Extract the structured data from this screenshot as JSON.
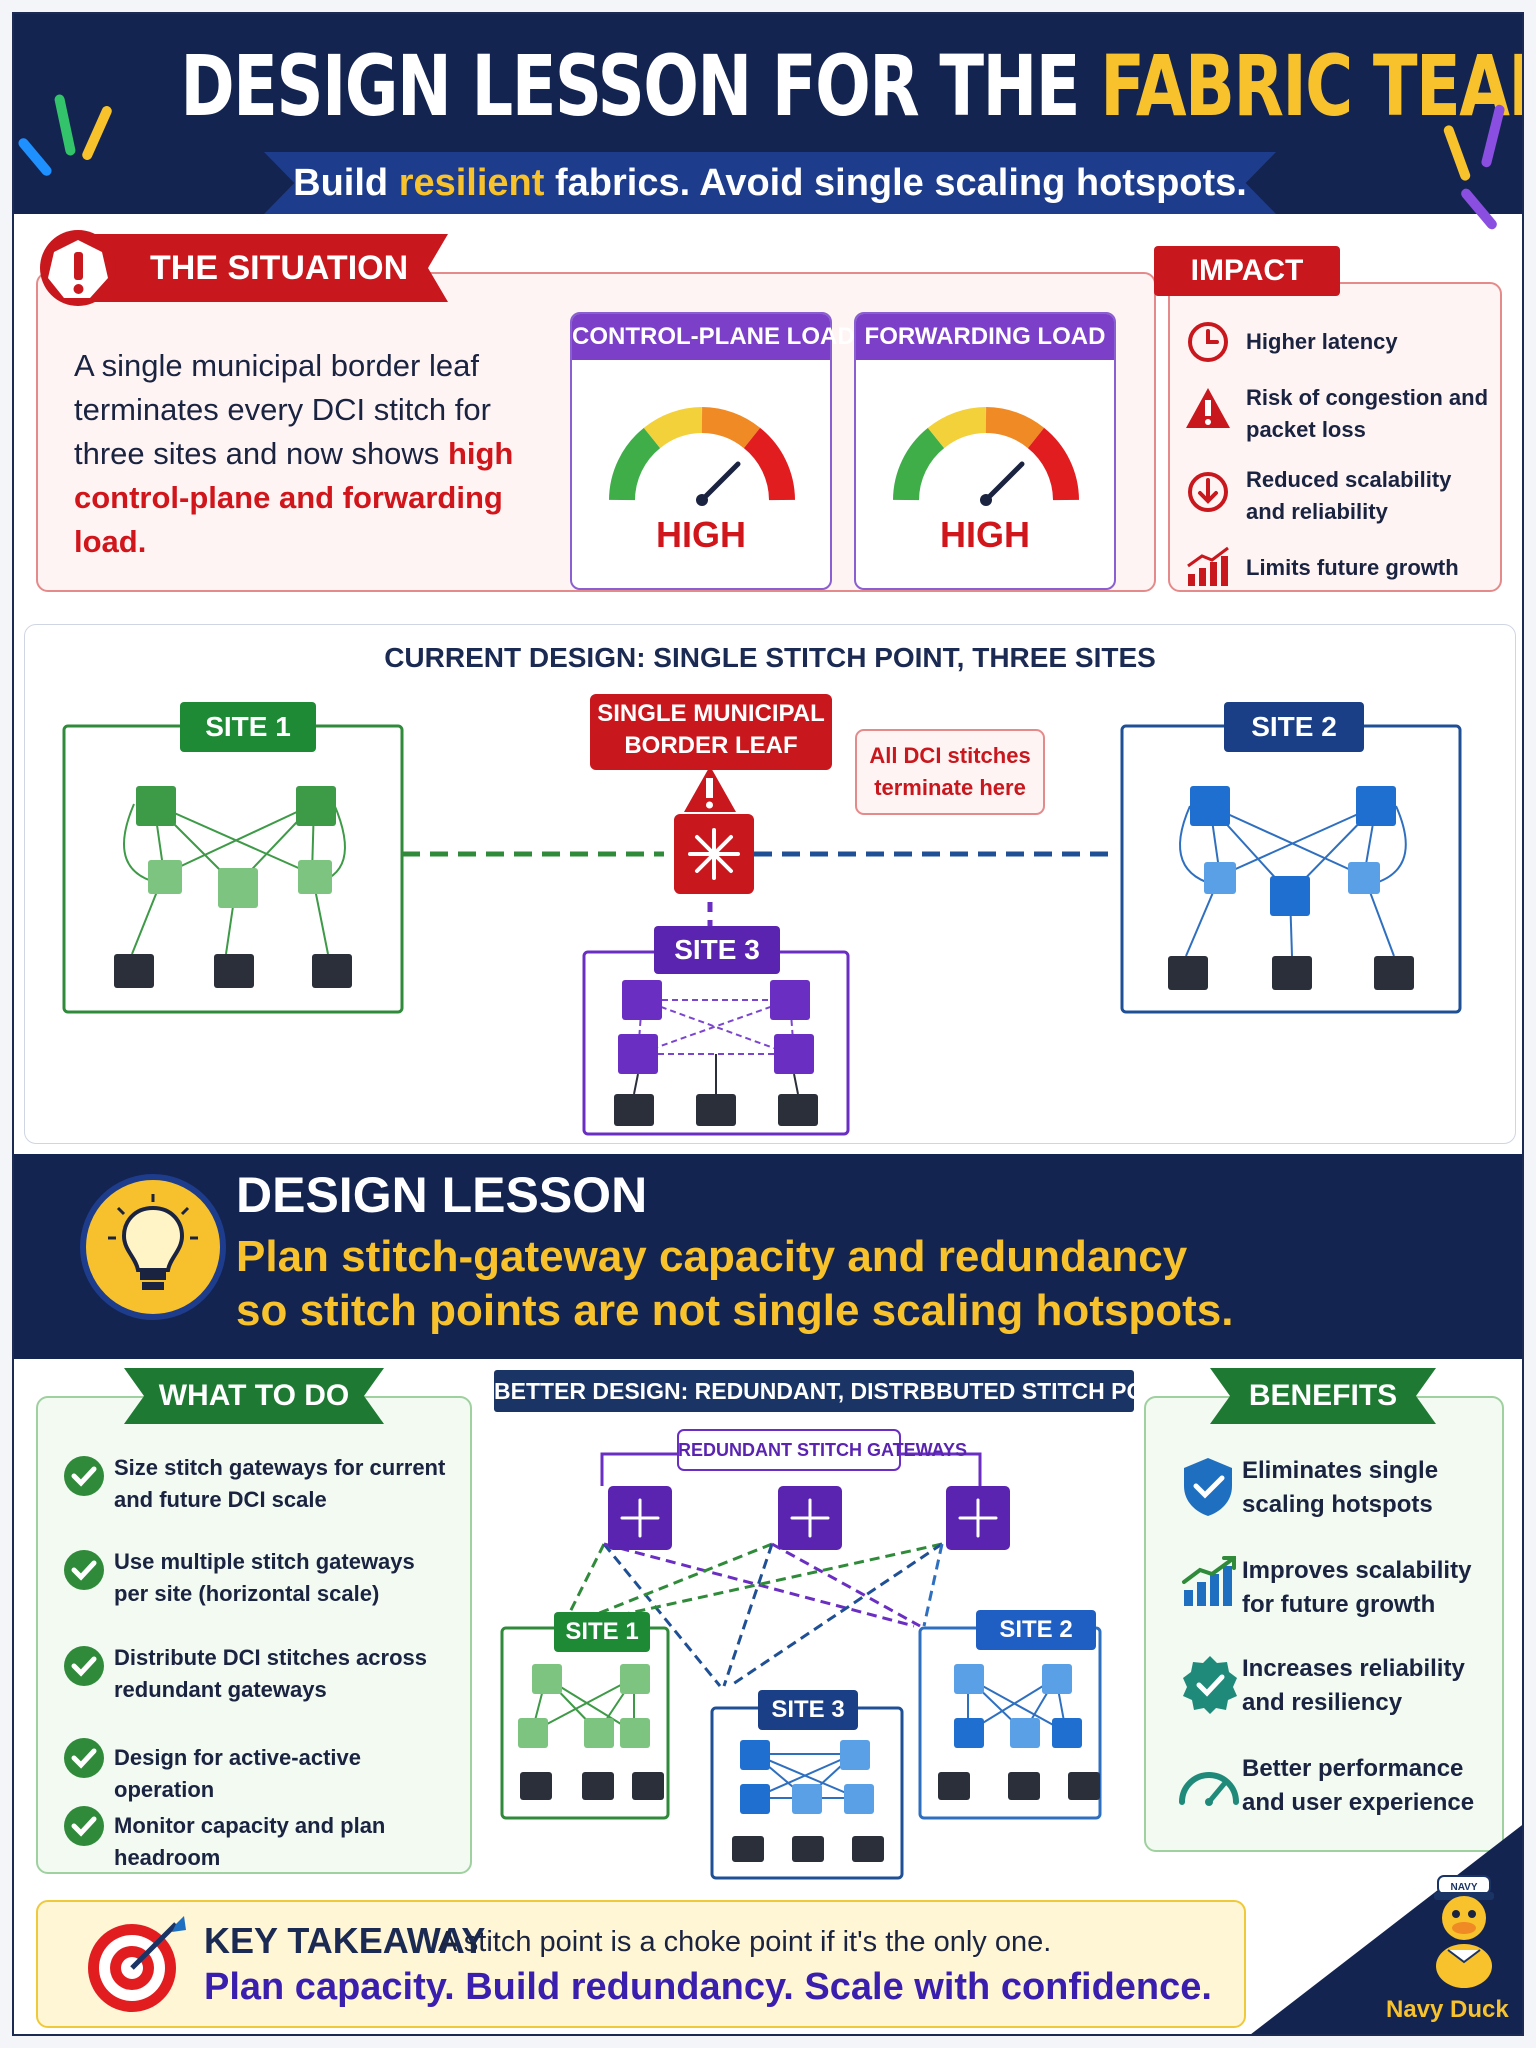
{
  "header": {
    "title_main": "DESIGN LESSON FOR THE ",
    "title_accent": "FABRIC TEAM",
    "subtitle_pre": "Build ",
    "subtitle_highlight": "resilient",
    "subtitle_post": " fabrics. Avoid single scaling hotspots."
  },
  "situation": {
    "tag": "THE SITUATION",
    "text": "A single municipal border leaf terminates every DCI stitch for three sites and now shows ",
    "highlight": "high control-plane and forwarding load."
  },
  "gauges": [
    {
      "title": "CONTROL-PLANE LOAD",
      "value": "HIGH"
    },
    {
      "title": "FORWARDING LOAD",
      "value": "HIGH"
    }
  ],
  "impact": {
    "tag": "IMPACT",
    "items": [
      {
        "icon": "clock-icon",
        "label": "Higher latency"
      },
      {
        "icon": "warning-icon",
        "label": "Risk of congestion and packet loss"
      },
      {
        "icon": "down-arrow-icon",
        "label": "Reduced scalability and reliability"
      },
      {
        "icon": "chart-icon",
        "label": "Limits future growth"
      }
    ]
  },
  "current_design": {
    "caption": "CURRENT DESIGN: SINGLE STITCH POINT, THREE SITES",
    "border_leaf_line1": "SINGLE MUNICIPAL",
    "border_leaf_line2": "BORDER LEAF",
    "note_line1": "All DCI stitches",
    "note_line2": "terminate here",
    "site1": "SITE 1",
    "site2": "SITE 2",
    "site3": "SITE 3"
  },
  "lesson": {
    "title": "DESIGN LESSON",
    "line1": "Plan stitch-gateway capacity and redundancy",
    "line2": "so stitch points are not single scaling hotspots."
  },
  "what_to_do": {
    "tag": "WHAT TO DO",
    "items": [
      "Size stitch gateways for current and future DCI scale",
      "Use multiple stitch gateways per site (horizontal scale)",
      "Distribute DCI stitches across redundant gateways",
      "Design for active-active operation",
      "Monitor capacity and plan headroom"
    ]
  },
  "better_design": {
    "caption": "BETTER DESIGN: REDUNDANT, DISTRBBUTED STITCH POINTS",
    "gateways_label": "REDUNDANT STITCH GATEWAYS",
    "site1": "SITE 1",
    "site2": "SITE 2",
    "site3": "SITE 3"
  },
  "benefits": {
    "tag": "BENEFITS",
    "items": [
      {
        "icon": "shield-check-icon",
        "label": "Eliminates single scaling hotspots"
      },
      {
        "icon": "growth-chart-icon",
        "label": "Improves scalability for future growth"
      },
      {
        "icon": "badge-check-icon",
        "label": "Increases reliability and resiliency"
      },
      {
        "icon": "speedometer-icon",
        "label": "Better performance and user experience"
      }
    ]
  },
  "takeaway": {
    "title": "KEY TAKEAWAY",
    "sub": "A stitch point is a choke point if it's the only one.",
    "bold": "Plan capacity. Build redundancy. Scale with confidence."
  },
  "brand": {
    "name": "Navy Duck",
    "cap_text": "NAVY"
  },
  "colors": {
    "navy": "#142451",
    "gold": "#f7c22b",
    "red": "#d0151b",
    "green": "#2f8a3a",
    "blue": "#1f5fb4",
    "purple": "#6a2fc2"
  }
}
